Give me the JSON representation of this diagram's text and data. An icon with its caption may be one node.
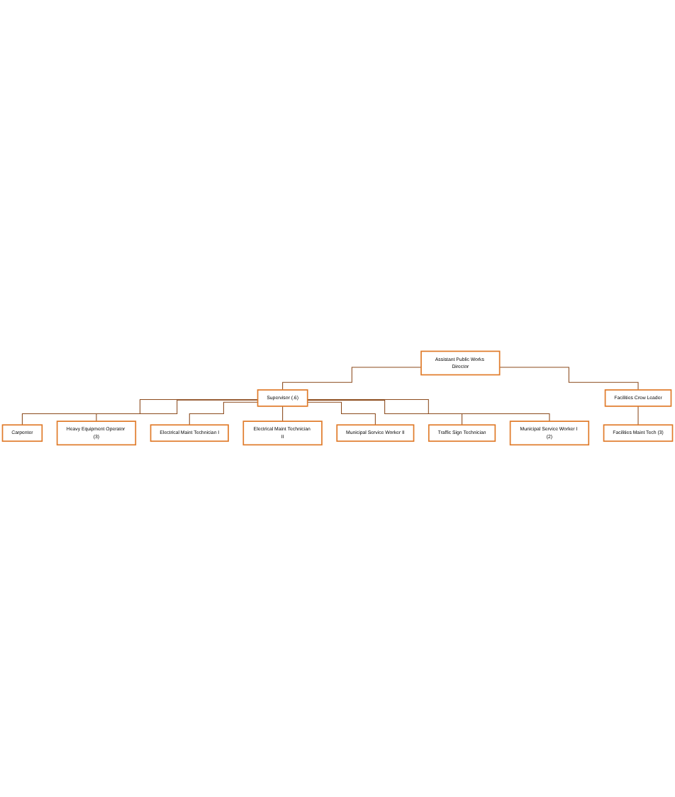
{
  "diagram": {
    "nodes": [
      {
        "text": [
          "Assistant Public Works Director"
        ]
      },
      {
        "text": [
          "Supervisor (.6)"
        ]
      },
      {
        "text": [
          "Facilities Crew Leader"
        ]
      },
      {
        "text": [
          "Carpenter"
        ]
      },
      {
        "text": [
          "Heavy Equipment Operator (3)"
        ]
      },
      {
        "text": [
          "Facilities Maint Tech (3)"
        ]
      },
      {
        "text": [
          "Electrical Maint Technician I"
        ]
      },
      {
        "text": [
          "Electrical Maint Technician II"
        ]
      },
      {
        "text": [
          "Municipal Service Worker II"
        ]
      },
      {
        "text": [
          "Traffic Sign Technician"
        ]
      },
      {
        "text": [
          "Municipal Service Worker I (2)"
        ]
      }
    ],
    "edges": [
      {
        "from": 0,
        "to": 1,
        "arrow": "none"
      },
      {
        "from": 0,
        "to": 2,
        "arrow": "none"
      },
      {
        "from": 1,
        "to": 3,
        "arrow": "none"
      },
      {
        "from": 1,
        "to": 4,
        "arrow": "none"
      },
      {
        "from": 2,
        "to": 5,
        "arrow": "none"
      },
      {
        "from": 1,
        "to": 6,
        "arrow": "none"
      },
      {
        "from": 1,
        "to": 7,
        "arrow": "none"
      },
      {
        "from": 1,
        "to": 8,
        "arrow": "none"
      },
      {
        "from": 1,
        "to": 9,
        "arrow": "none"
      },
      {
        "from": 1,
        "to": 10,
        "arrow": "none"
      }
    ]
  }
}
